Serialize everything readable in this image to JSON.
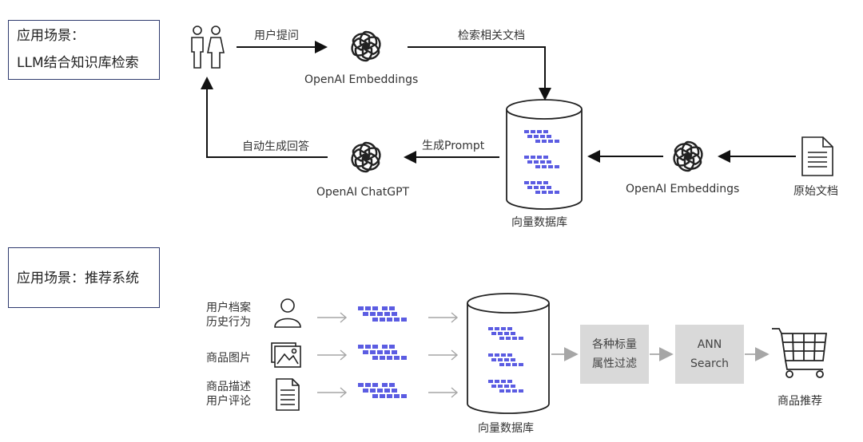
{
  "scene1": {
    "title_line1": "应用场景：",
    "title_line2": "LLM结合知识库检索",
    "user_ask": "用户提问",
    "retrieve_docs": "检索相关文档",
    "embeddings_top": "OpenAI Embeddings",
    "auto_answer": "自动生成回答",
    "gen_prompt": "生成Prompt",
    "chatgpt": "OpenAI ChatGPT",
    "embeddings_right": "OpenAI Embeddings",
    "raw_doc": "原始文档",
    "vector_db": "向量数据库"
  },
  "scene2": {
    "title": "应用场景：推荐系统",
    "profile_line1": "用户档案",
    "profile_line2": "历史行为",
    "product_image": "商品图片",
    "desc_line1": "商品描述",
    "desc_line2": "用户评论",
    "filter_line1": "各种标量",
    "filter_line2": "属性过滤",
    "ann_line1": "ANN",
    "ann_line2": "Search",
    "vector_db": "向量数据库",
    "recommend": "商品推荐"
  },
  "colors": {
    "vector_blue": "#5b5ce2",
    "arrow_dark": "#111111",
    "arrow_grey": "#a6a6a6",
    "box_border": "#2e3a6e",
    "grey_box": "#d9d9d9"
  }
}
